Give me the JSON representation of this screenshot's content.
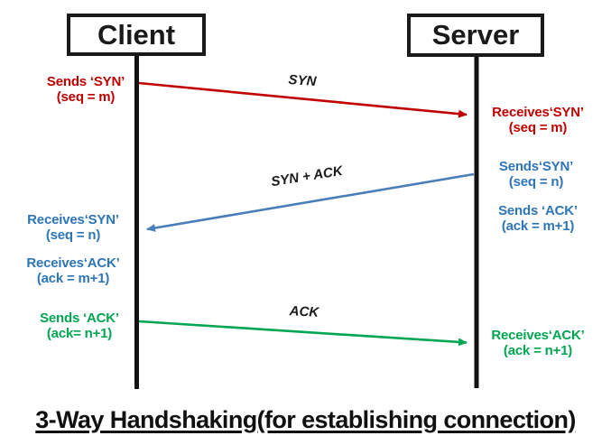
{
  "title": "3-Way Handshaking(for establishing connection)",
  "actors": {
    "client": "Client",
    "server": "Server"
  },
  "messages": [
    {
      "label": "SYN",
      "from": "client",
      "to": "server"
    },
    {
      "label": "SYN + ACK",
      "from": "server",
      "to": "client"
    },
    {
      "label": "ACK",
      "from": "client",
      "to": "server"
    }
  ],
  "colors": {
    "syn_arrow": "#c00000",
    "syn_ack_arrow": "#4a7ebb",
    "ack_arrow": "#00a651",
    "red_text": "#c00000",
    "blue_text": "#2e75b6",
    "green_text": "#00a651",
    "lifeline": "#111111"
  },
  "notes": {
    "client_sends_syn": {
      "l1": "Sends ‘SYN’",
      "l2": "(seq = m)"
    },
    "server_receives_syn": {
      "l1": "Receives‘SYN’",
      "l2": "(seq = m)"
    },
    "server_sends_syn": {
      "l1": "Sends‘SYN’",
      "l2": "(seq = n)"
    },
    "server_sends_ack": {
      "l1": "Sends ‘ACK’",
      "l2": "(ack = m+1)"
    },
    "client_receives_syn": {
      "l1": "Receives‘SYN’",
      "l2": "(seq = n)"
    },
    "client_receives_ack": {
      "l1": "Receives‘ACK’",
      "l2": "(ack = m+1)"
    },
    "client_sends_ack": {
      "l1": "Sends ‘ACK’",
      "l2": "(ack= n+1)"
    },
    "server_receives_ack": {
      "l1": "Receives‘ACK’",
      "l2": "(ack = n+1)"
    }
  }
}
